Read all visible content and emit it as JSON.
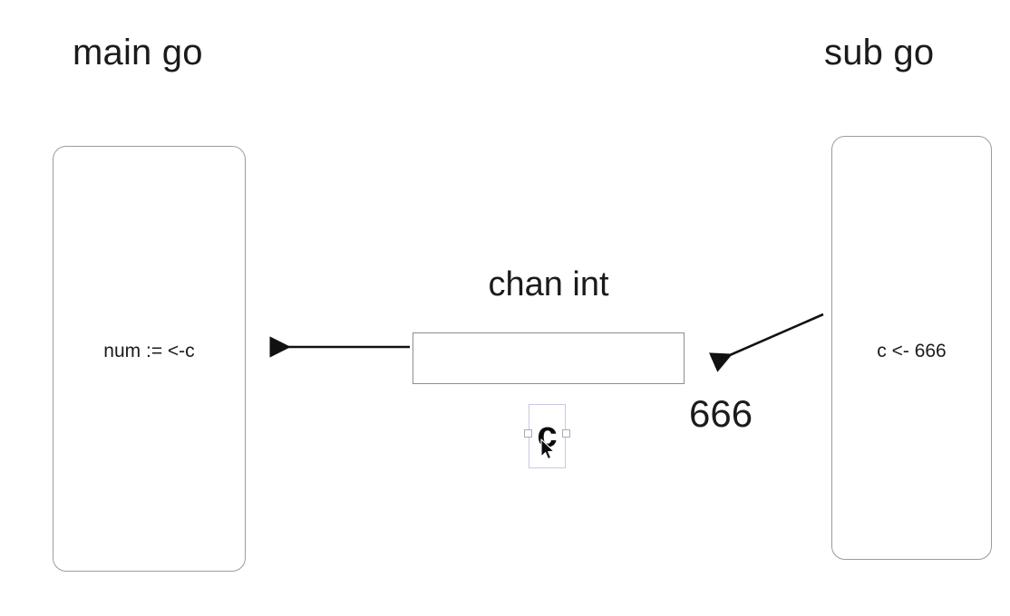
{
  "diagram": {
    "title_left": "main go",
    "title_right": "sub go",
    "background_color": "#ffffff",
    "stroke_color": "#9c9aa3",
    "text_color": "#1b1b1b"
  },
  "goroutines": [
    {
      "name": "main-goroutine",
      "title": "main go",
      "statement": "num := <-c"
    },
    {
      "name": "sub-goroutine",
      "title": "sub go",
      "statement": "c <- 666"
    }
  ],
  "channel": {
    "label": "chan int",
    "contents": "",
    "border_color": "#8d8d93"
  },
  "flow": {
    "receive_arrow": "arrow-left",
    "send_arrow": "arrow-diagonal-down-left",
    "value": "666"
  },
  "selection": {
    "character": "c",
    "handle_left": "resize-handle-left",
    "handle_right": "resize-handle-right",
    "border_color": "#c8c9e4"
  },
  "cursor": {
    "icon": "mouse-pointer"
  }
}
